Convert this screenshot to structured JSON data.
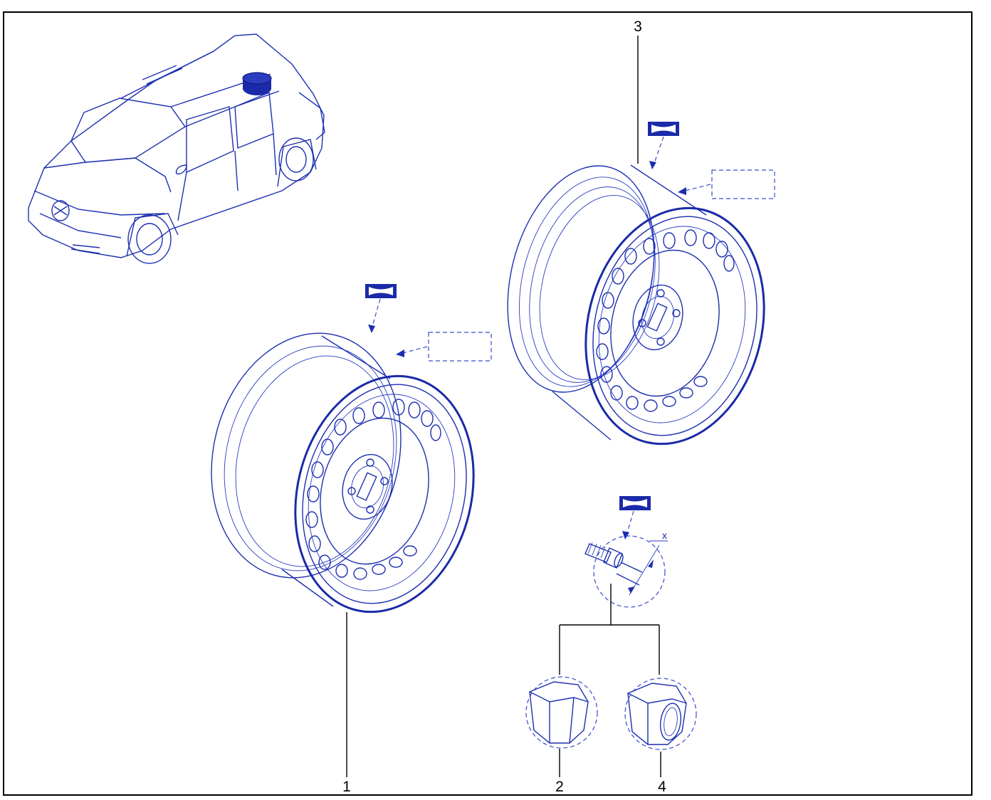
{
  "callouts": {
    "wheel_front": "1",
    "bolt_cap_a": "2",
    "spare_wheel": "3",
    "bolt_cap_b": "4"
  },
  "dimension_label": "x",
  "colors": {
    "line": "#1c2fb0",
    "frame": "#000000",
    "fill_accent": "#1a2aa8"
  },
  "icons": [
    "car-icon",
    "tyre-label-icon",
    "tyre-label-icon",
    "tyre-label-icon"
  ]
}
